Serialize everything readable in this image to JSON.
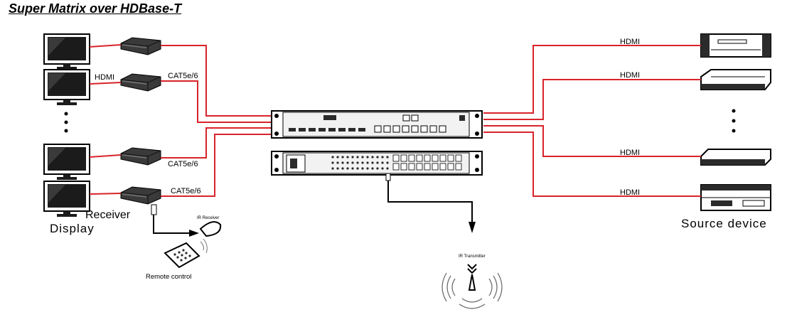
{
  "title": "Super Matrix over HDBase-T",
  "labels": {
    "hdmi": "HDMI",
    "cat5e": "CAT5e/6",
    "receiver": "Receiver",
    "display": "Display",
    "ir_receiver": "IR Receiver",
    "remote_control": "Remote control",
    "ir_transmitter": "IR Transmitter",
    "source_device": "Source device",
    "ellipsis": "⋮"
  },
  "colors": {
    "cable": "#d8232a",
    "device_dark": "#2b2b2b"
  }
}
